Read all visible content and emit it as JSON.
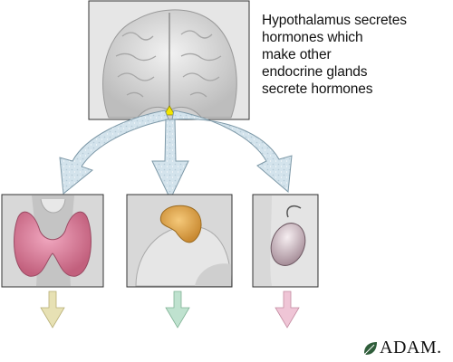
{
  "caption": {
    "lines": [
      "Hypothalamus secretes",
      "hormones which",
      "make other",
      "endocrine glands",
      "secrete hormones"
    ]
  },
  "logo": {
    "text": "ADAM.",
    "icon": "leaf-icon"
  },
  "panels": [
    {
      "name": "brain",
      "icon": "brain-icon"
    },
    {
      "name": "thyroid",
      "icon": "thyroid-icon",
      "arrow_color": "#e7e1b4"
    },
    {
      "name": "adrenal",
      "icon": "adrenal-icon",
      "arrow_color": "#bfe2cf"
    },
    {
      "name": "ovary",
      "icon": "ovary-icon",
      "arrow_color": "#efc5d6"
    }
  ],
  "colors": {
    "hypothalamus": "#f2e600",
    "thyroid": "#d67f9a",
    "adrenal": "#e0a850",
    "ovary": "#d9c8d0"
  }
}
